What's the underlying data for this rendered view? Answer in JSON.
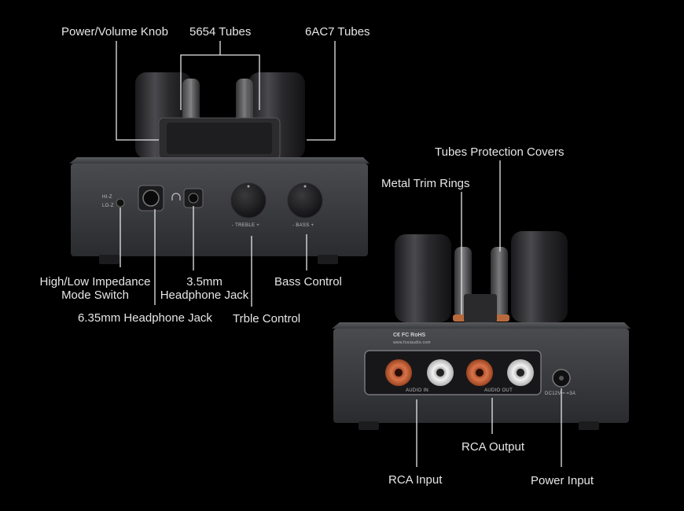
{
  "callouts": {
    "power_volume_knob": "Power/Volume Knob",
    "tubes_5654": "5654 Tubes",
    "tubes_6ac7": "6AC7 Tubes",
    "tubes_protection_covers": "Tubes Protection Covers",
    "metal_trim_rings": "Metal Trim Rings",
    "impedance_switch_line1": "High/Low Impedance",
    "impedance_switch_line2": "Mode Switch",
    "jack_35_line1": "3.5mm",
    "jack_35_line2": "Headphone Jack",
    "bass_control": "Bass Control",
    "jack_635": "6.35mm Headphone Jack",
    "treble_control": "Trble Control",
    "rca_output": "RCA Output",
    "rca_input": "RCA Input",
    "power_input": "Power Input"
  },
  "front_panel": {
    "hi_z": "HI-Z",
    "lo_z": "LO-Z",
    "treble": "- TREBLE +",
    "bass": "- BASS +"
  },
  "rear_panel": {
    "cert": "C€ FC RoHS",
    "site": "www.fosiaudio.com",
    "audio_in": "AUDIO IN",
    "audio_out": "AUDIO OUT",
    "dc": "DC12V⎓ =3A"
  },
  "colors": {
    "background": "#000000",
    "chassis": "#3a3b3e",
    "label_text": "#e6e6e6",
    "rca_copper": "#c8643a",
    "rca_white": "#e8e8e8"
  }
}
